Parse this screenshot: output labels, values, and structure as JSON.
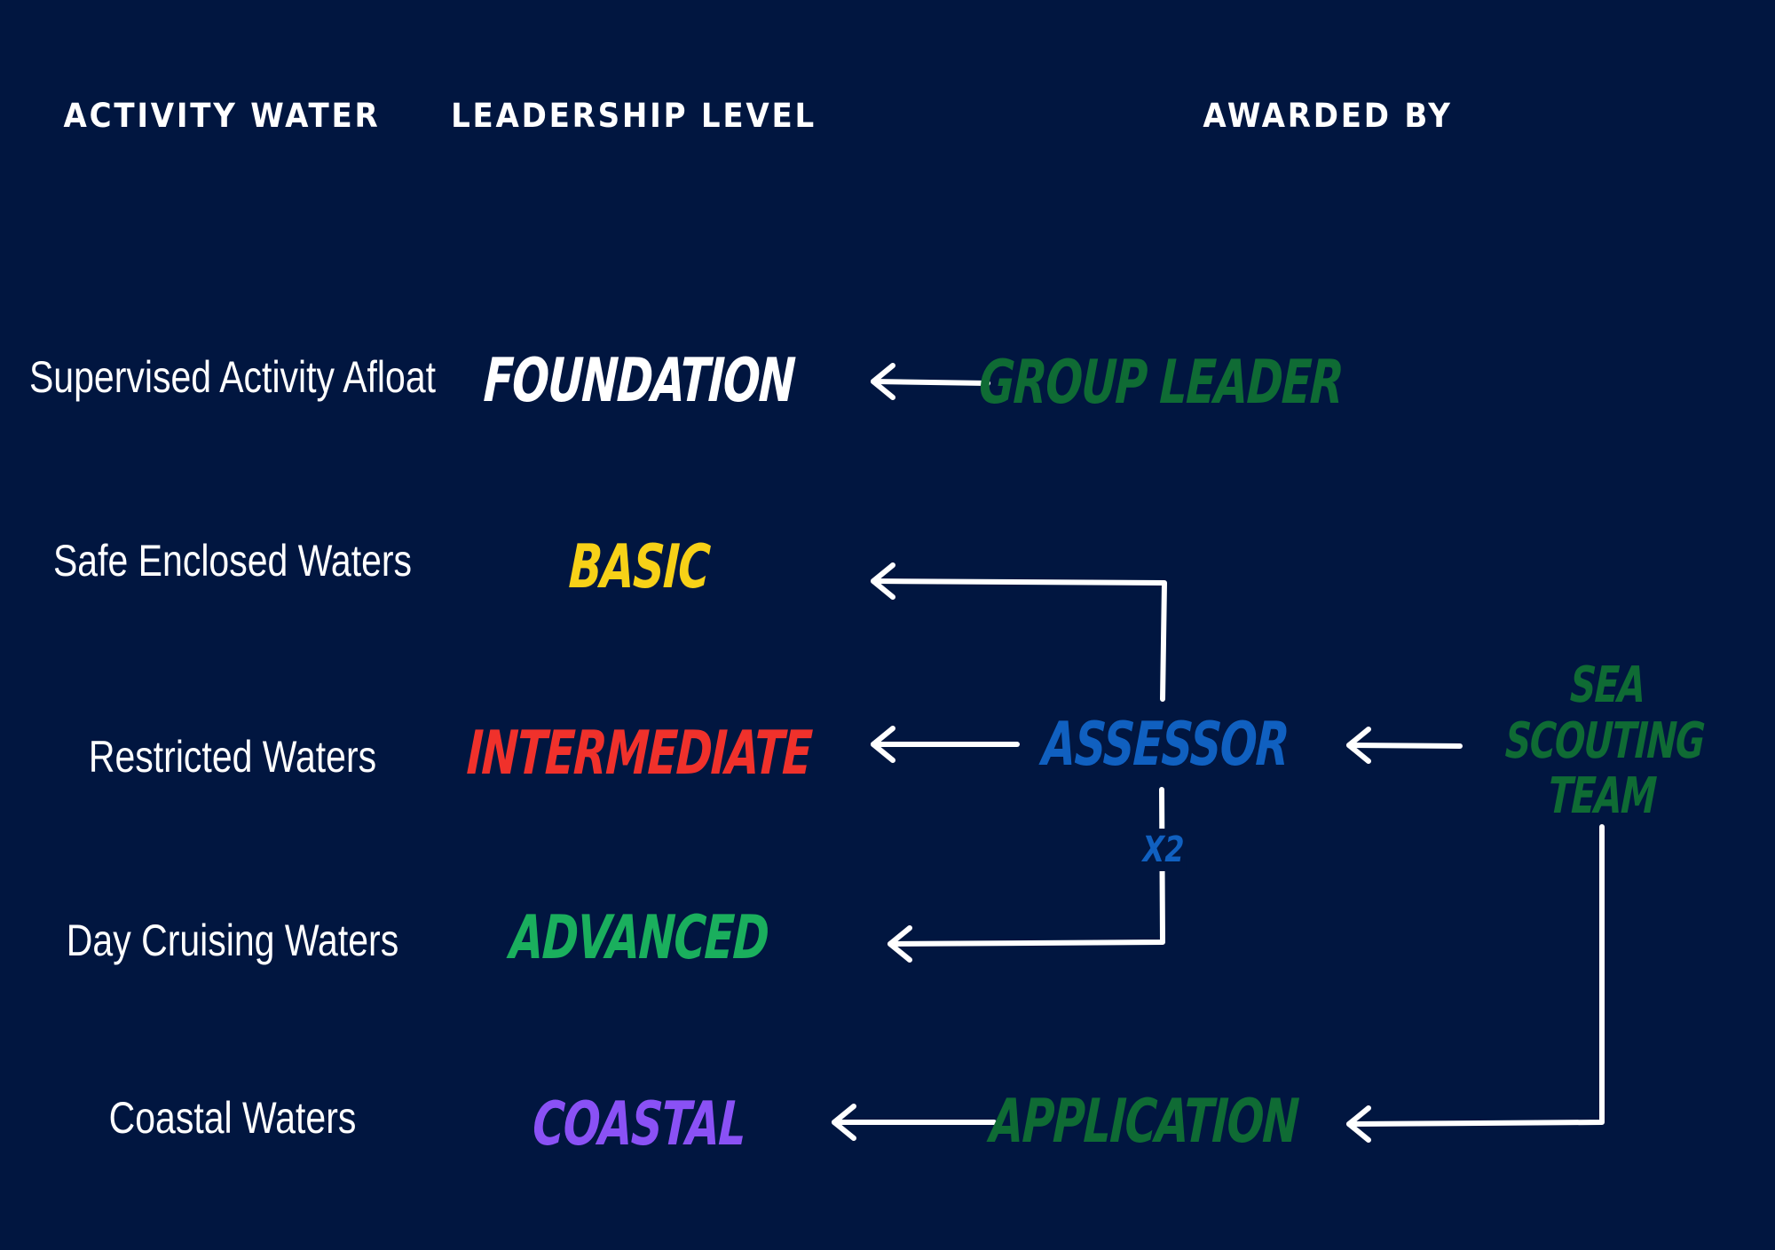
{
  "headers": {
    "activity_water": "ACTIVITY WATER",
    "leadership_level": "LEADERSHIP LEVEL",
    "awarded_by": "AWARDED BY"
  },
  "rows": [
    {
      "water": "Supervised Activity Afloat",
      "level": "FOUNDATION",
      "level_color": "#ffffff"
    },
    {
      "water": "Safe Enclosed Waters",
      "level": "BASIC",
      "level_color": "#f7d117"
    },
    {
      "water": "Restricted Waters",
      "level": "INTERMEDIATE",
      "level_color": "#f0312b"
    },
    {
      "water": "Day Cruising Waters",
      "level": "ADVANCED",
      "level_color": "#1aaf5d"
    },
    {
      "water": "Coastal Waters",
      "level": "COASTAL",
      "level_color": "#8a51f5"
    }
  ],
  "awarders": {
    "group_leader": {
      "label": "GROUP LEADER",
      "color": "#0f6b34"
    },
    "assessor": {
      "label": "ASSESSOR",
      "color": "#1060c0"
    },
    "assessor_multiplier": {
      "label": "X2",
      "color": "#1060c0"
    },
    "sea_scouting_team": {
      "label": "SEA SCOUTING\nTEAM",
      "color": "#0f6b34"
    },
    "application": {
      "label": "APPLICATION",
      "color": "#0f6b34"
    }
  },
  "arrow_color": "#ffffff"
}
